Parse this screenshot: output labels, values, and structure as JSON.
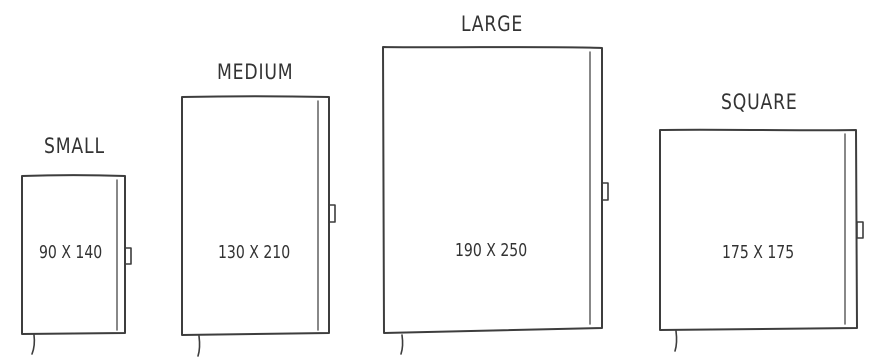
{
  "sizes": [
    {
      "name": "SMALL",
      "dimensions": "90 X 140"
    },
    {
      "name": "MEDIUM",
      "dimensions": "130 X 210"
    },
    {
      "name": "LARGE",
      "dimensions": "190 X 250"
    },
    {
      "name": "SQUARE",
      "dimensions": "175 X 175"
    }
  ],
  "colors": {
    "ink": "#3d3d3d",
    "background": "#ffffff"
  }
}
